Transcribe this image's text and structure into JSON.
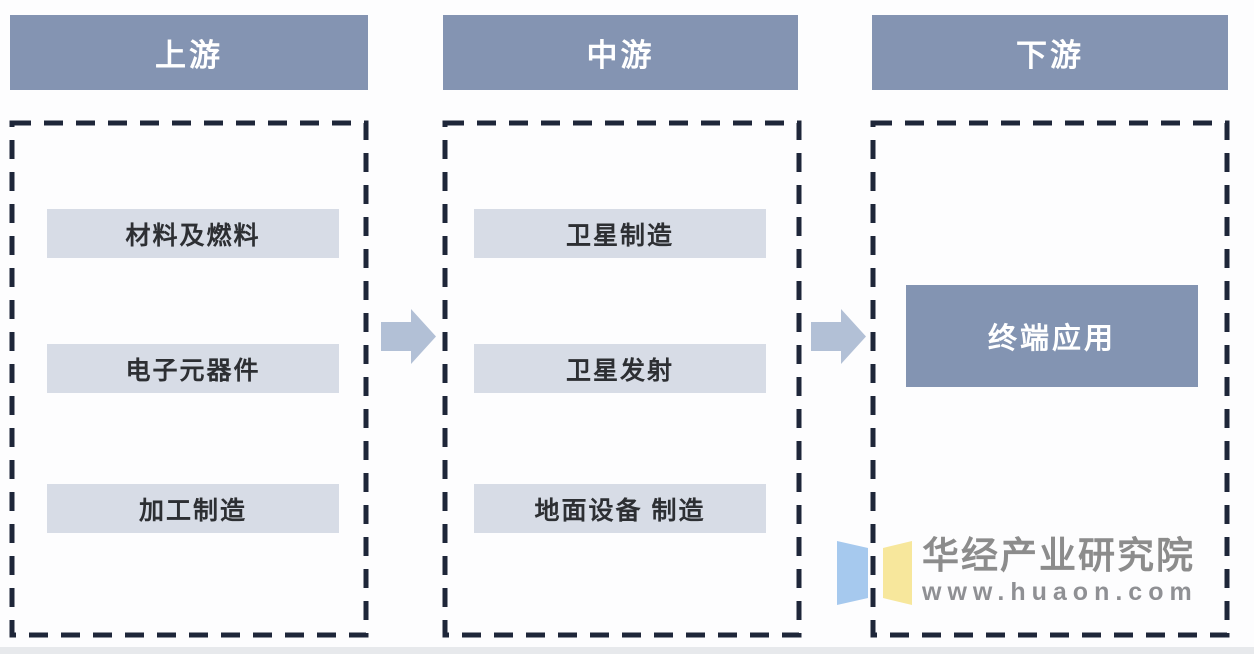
{
  "diagram": {
    "type": "industry-chain-flow",
    "columns": [
      {
        "id": "upstream",
        "header": "上游",
        "items": [
          "材料及燃料",
          "电子元器件",
          "加工制造"
        ]
      },
      {
        "id": "midstream",
        "header": "中游",
        "items": [
          "卫星制造",
          "卫星发射",
          "地面设备 制造"
        ]
      },
      {
        "id": "downstream",
        "header": "下游",
        "items": [
          "终端应用"
        ]
      }
    ],
    "flow": [
      "上游 → 中游",
      "中游 → 下游"
    ]
  },
  "logo": {
    "name": "华经产业研究院",
    "url": "www.huaon.com"
  },
  "colors": {
    "header_bg": "#8494b2",
    "item_bg": "#d7dce6",
    "dark_box_bg": "#8394b2",
    "arrow_fill": "#b2c0d6",
    "dash_stroke": "#1e2639",
    "item_text": "#2d2f33",
    "header_text": "#ffffff",
    "logo_text": "#8c8c8c",
    "logo_blue": "#a6c9ee",
    "logo_yellow": "#f7e79c"
  }
}
